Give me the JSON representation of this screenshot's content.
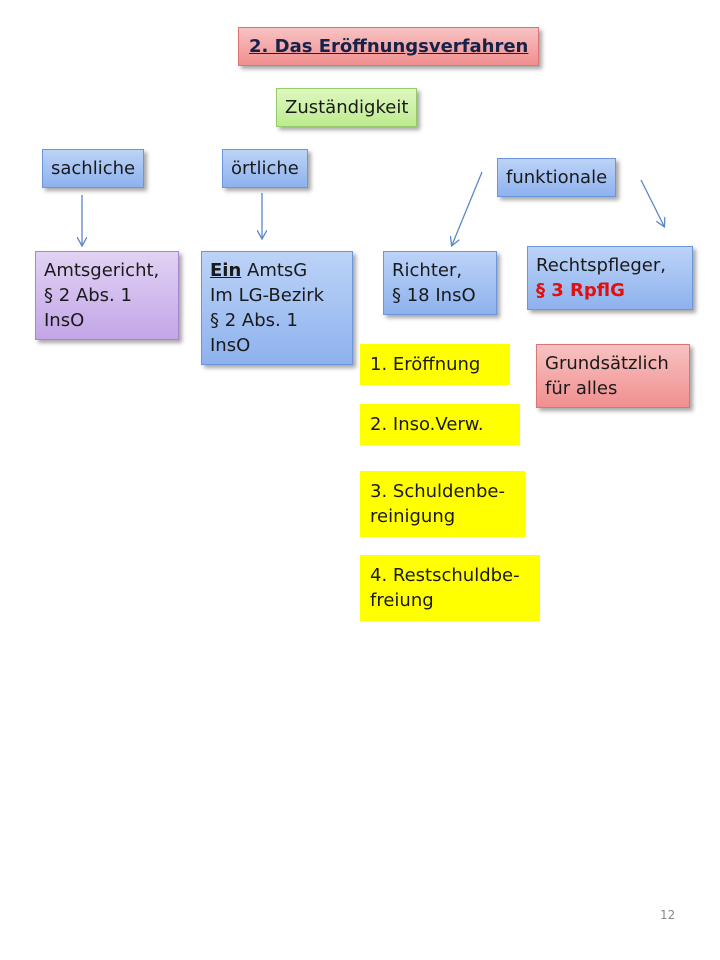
{
  "title": "2. Das Eröffnungsverfahren",
  "zustaendigkeit": "Zuständigkeit",
  "categories": {
    "sachliche": "sachliche",
    "oertliche": "örtliche",
    "funktionale": "funktionale"
  },
  "amtsgericht": {
    "line1": "Amtsgericht,",
    "line2": "§ 2 Abs. 1",
    "line3": "InsO"
  },
  "ein_amtsg": {
    "ein": "Ein",
    "amtsg": " AmtsG",
    "line2": "Im LG-Bezirk",
    "line3": "§ 2 Abs. 1",
    "line4": "InsO"
  },
  "richter": {
    "line1": "Richter,",
    "line2": "§ 18 InsO"
  },
  "rechtspfleger": {
    "line1": "Rechtspfleger,",
    "line2": "§ 3 RpflG"
  },
  "grundsaetzlich": {
    "line1": "Grundsätzlich",
    "line2": "für alles"
  },
  "richter_tasks": [
    {
      "line1": "1. Eröffnung"
    },
    {
      "line1": "2. Inso.Verw."
    },
    {
      "line1": "3. Schuldenbe-",
      "line2": "reinigung"
    },
    {
      "line1": "4. Restschuldbe-",
      "line2": "freiung"
    }
  ],
  "page_number": "12",
  "colors": {
    "blue_box": "#a3c2f2",
    "green_box": "#c9f0a3",
    "red_box": "#f3a8a8",
    "purple_box": "#d2bcee",
    "highlight_yellow": "#ffff00",
    "arrow": "#5b87c9",
    "accent_red": "#e01010"
  }
}
